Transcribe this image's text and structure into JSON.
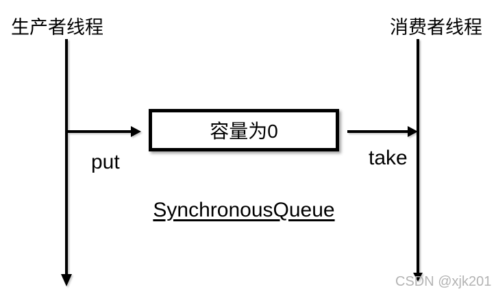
{
  "diagram": {
    "producer_label": "生产者线程",
    "consumer_label": "消费者线程",
    "queue_box_label": "容量为0",
    "put_label": "put",
    "take_label": "take",
    "queue_name": "SynchronousQueue",
    "watermark": "CSDN @xjk201",
    "colors": {
      "line": "#000000",
      "text": "#000000",
      "box_border": "#000000",
      "watermark": "#b3b3b3",
      "background": "#ffffff"
    }
  }
}
